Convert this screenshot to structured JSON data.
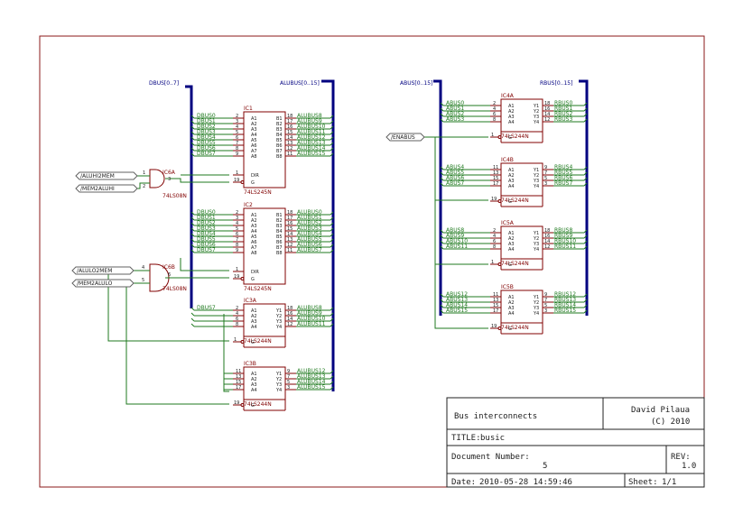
{
  "buses": {
    "dbus": "DBUS[0..7]",
    "alubus": "ALUBUS[0..15]",
    "abus": "ABUS[0..15]",
    "rbus": "RBUS[0..15]"
  },
  "ports": {
    "aluhi2mem": "/ALUHI2MEM",
    "mem2aluhi": "/MEM2ALUHI",
    "alulo2mem": "/ALULO2MEM",
    "mem2alulo": "/MEM2ALULO",
    "enabus": "/ENABUS"
  },
  "chips": {
    "ic1": {
      "name": "IC1",
      "part": "74LS245N"
    },
    "ic2": {
      "name": "IC2",
      "part": "74LS245N"
    },
    "ic3a": {
      "name": "IC3A",
      "part": "74LS244N"
    },
    "ic3b": {
      "name": "IC3B",
      "part": "74LS244N"
    },
    "ic4a": {
      "name": "IC4A",
      "part": "74LS244N"
    },
    "ic4b": {
      "name": "IC4B",
      "part": "74LS244N"
    },
    "ic5a": {
      "name": "IC5A",
      "part": "74LS244N"
    },
    "ic5b": {
      "name": "IC5B",
      "part": "74LS244N"
    },
    "ic6a": {
      "name": "IC6A",
      "part": "74LS08N"
    },
    "ic6b": {
      "name": "IC6B",
      "part": "74LS08N"
    }
  },
  "pins245": {
    "left": [
      "A1",
      "A2",
      "A3",
      "A4",
      "A5",
      "A6",
      "A7",
      "A8"
    ],
    "right": [
      "B1",
      "B2",
      "B3",
      "B4",
      "B5",
      "B6",
      "B7",
      "B8"
    ],
    "left_nums": [
      "2",
      "3",
      "4",
      "5",
      "6",
      "7",
      "8",
      "9"
    ],
    "right_nums": [
      "18",
      "17",
      "16",
      "15",
      "14",
      "13",
      "12",
      "11"
    ],
    "dir": "DIR",
    "g": "G",
    "dir_num": "1",
    "g_num": "19"
  },
  "pins244": {
    "left": [
      "A1",
      "A2",
      "A3",
      "A4"
    ],
    "right": [
      "Y1",
      "Y2",
      "Y3",
      "Y4"
    ],
    "g": "G",
    "nums_a": {
      "left": [
        "2",
        "4",
        "6",
        "8"
      ],
      "right": [
        "18",
        "16",
        "14",
        "12"
      ],
      "g": "1"
    },
    "nums_b": {
      "left": [
        "11",
        "13",
        "15",
        "17"
      ],
      "right": [
        "9",
        "7",
        "5",
        "3"
      ],
      "g": "19"
    }
  },
  "gates": {
    "ic6a": {
      "in": [
        "1",
        "2"
      ],
      "out": "3"
    },
    "ic6b": {
      "in": [
        "4",
        "5"
      ],
      "out": "6"
    }
  },
  "nets": {
    "ic1_left": [
      "DBUS0",
      "DBUS1",
      "DBUS2",
      "DBUS3",
      "DBUS4",
      "DBUS5",
      "DBUS6",
      "DBUS7"
    ],
    "ic1_right": [
      "ALUBUS8",
      "ALUBUS9",
      "ALUBUS10",
      "ALUBUS11",
      "ALUBUS12",
      "ALUBUS13",
      "ALUBUS14",
      "ALUBUS15"
    ],
    "ic2_left": [
      "DBUS0",
      "DBUS1",
      "DBUS2",
      "DBUS3",
      "DBUS4",
      "DBUS5",
      "DBUS6",
      "DBUS7"
    ],
    "ic2_right": [
      "ALUBUS0",
      "ALUBUS1",
      "ALUBUS2",
      "ALUBUS3",
      "ALUBUS4",
      "ALUBUS5",
      "ALUBUS6",
      "ALUBUS7"
    ],
    "ic3a_left": [
      "DBUS7"
    ],
    "ic3a_right": [
      "ALUBUS8",
      "ALUBUS9",
      "ALUBUS10",
      "ALUBUS11"
    ],
    "ic3b_right": [
      "ALUBUS12",
      "ALUBUS13",
      "ALUBUS14",
      "ALUBUS15"
    ],
    "ic4a_left": [
      "ABUS0",
      "ABUS1",
      "ABUS2",
      "ABUS3"
    ],
    "ic4a_right": [
      "RBUS0",
      "RBUS1",
      "RBUS2",
      "RBUS3"
    ],
    "ic4b_left": [
      "ABUS4",
      "ABUS5",
      "ABUS6",
      "ABUS7"
    ],
    "ic4b_right": [
      "RBUS4",
      "RBUS5",
      "RBUS6",
      "RBUS7"
    ],
    "ic5a_left": [
      "ABUS8",
      "ABUS9",
      "ABUS10",
      "ABUS11"
    ],
    "ic5a_right": [
      "RBUS8",
      "RBUS9",
      "RBUS10",
      "RBUS11"
    ],
    "ic5b_left": [
      "ABUS12",
      "ABUS13",
      "ABUS14",
      "ABUS15"
    ],
    "ic5b_right": [
      "RBUS12",
      "RBUS13",
      "RBUS14",
      "RBUS15"
    ]
  },
  "titleblock": {
    "author": "David Pilaua",
    "copyright": "(C) 2010",
    "description": "Bus interconnects",
    "title_label": "TITLE:",
    "title_value": "busic",
    "docnum_label": "Document Number:",
    "docnum_value": "5",
    "rev_label": "REV:",
    "rev_value": "1.0",
    "date_label": "Date:",
    "date_value": "2010-05-28 14:59:46",
    "sheet_label": "Sheet:",
    "sheet_value": "1/1"
  },
  "colors": {
    "frame": "#8b1a1a",
    "bus": "#000080",
    "wire": "#1f7a1f",
    "part": "#800000",
    "netlabel": "#1f7a1f",
    "text": "#202020"
  }
}
